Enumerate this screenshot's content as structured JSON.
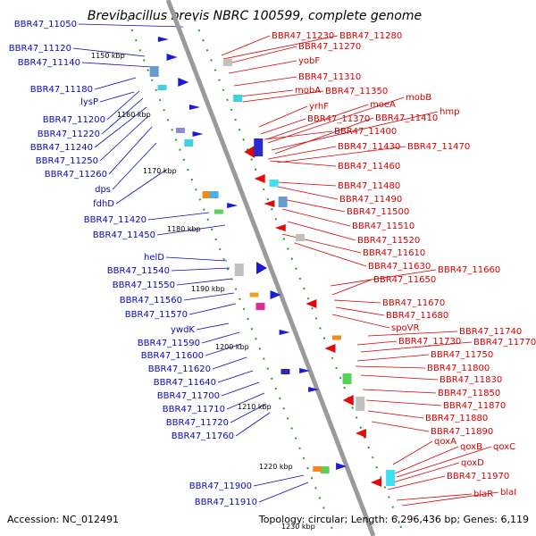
{
  "title": "Brevibacillus brevis NBRC 100599, complete genome",
  "footer": {
    "accession": "Accession: NC_012491",
    "topology": "Topology: circular; Length: 6,296,436 bp; Genes: 6,119"
  },
  "ticks": [
    "1150 kbp",
    "1160 kbp",
    "1170 kbp",
    "1180 kbp",
    "1190 kbp",
    "1200 kbp",
    "1210 kbp",
    "1220 kbp",
    "1230 kbp"
  ],
  "left_labels": [
    "BBR47_11050",
    "BBR47_11120",
    "BBR47_11140",
    "BBR47_11180",
    "lysP",
    "BBR47_11200",
    "BBR47_11220",
    "BBR47_11240",
    "BBR47_11250",
    "BBR47_11260",
    "dps",
    "fdhD",
    "BBR47_11420",
    "BBR47_11450",
    "helD",
    "BBR47_11540",
    "BBR47_11550",
    "BBR47_11560",
    "BBR47_11570",
    "ywdK",
    "BBR47_11590",
    "BBR47_11600",
    "BBR47_11620",
    "BBR47_11640",
    "BBR47_11700",
    "BBR47_11710",
    "BBR47_11720",
    "BBR47_11760",
    "BBR47_11900",
    "BBR47_11910"
  ],
  "right_labels": [
    "BBR47_11230",
    "BBR47_11280",
    "BBR47_11270",
    "yobF",
    "BBR47_11310",
    "mobA",
    "BBR47_11350",
    "mobB",
    "moeA",
    "yrhF",
    "hmp",
    "BBR47_11370",
    "BBR47_11410",
    "BBR47_11400",
    "BBR47_11430",
    "BBR47_11470",
    "BBR47_11460",
    "BBR47_11480",
    "BBR47_11490",
    "BBR47_11500",
    "BBR47_11510",
    "BBR47_11520",
    "BBR47_11610",
    "BBR47_11630",
    "BBR47_11660",
    "BBR47_11650",
    "BBR47_11670",
    "BBR47_11680",
    "spoVR",
    "BBR47_11740",
    "BBR47_11730",
    "BBR47_11770",
    "BBR47_11750",
    "BBR47_11800",
    "BBR47_11830",
    "BBR47_11850",
    "BBR47_11870",
    "BBR47_11880",
    "BBR47_11890",
    "qoxA",
    "qoxB",
    "qoxC",
    "qoxD",
    "BBR47_11970",
    "blaR",
    "blaI"
  ]
}
